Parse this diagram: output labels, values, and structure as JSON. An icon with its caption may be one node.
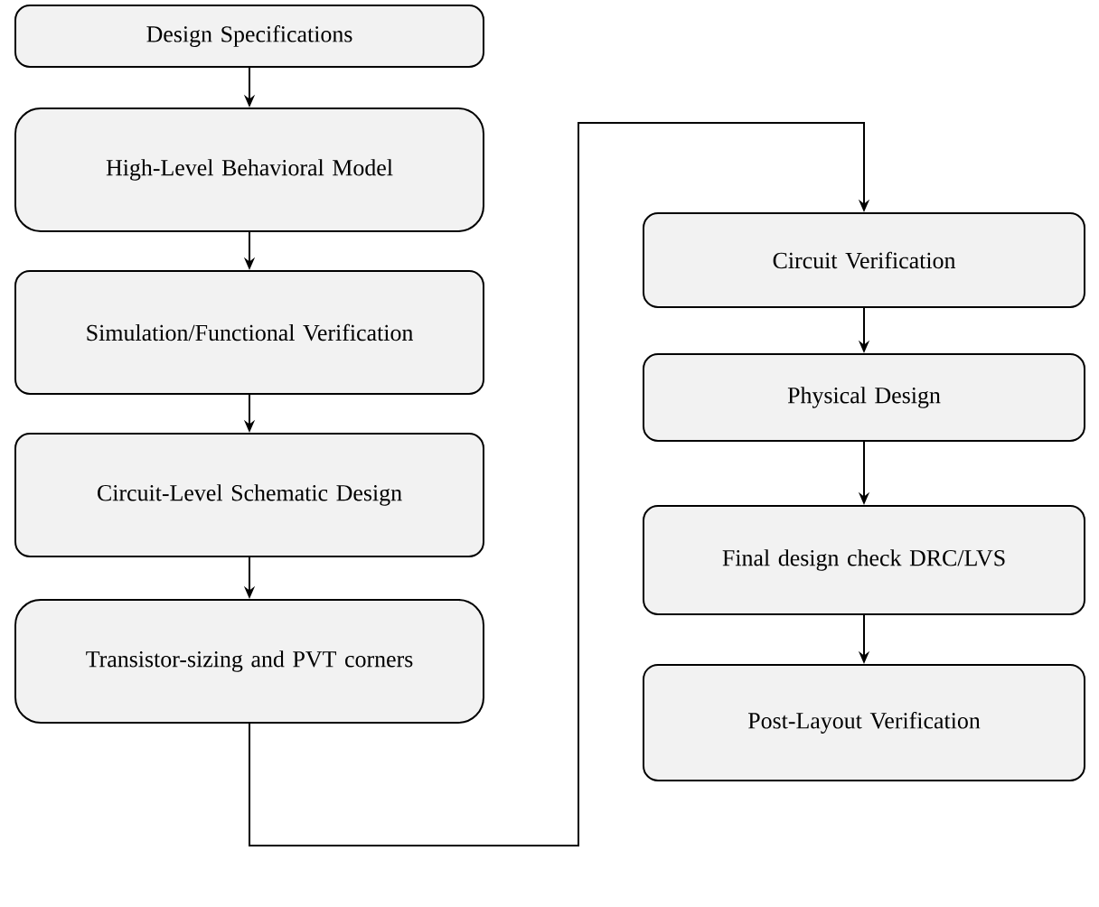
{
  "diagram": {
    "nodes": [
      {
        "text": [
          "Design Specifications"
        ]
      },
      {
        "text": [
          "High-Level Behavioral Model"
        ]
      },
      {
        "text": [
          "Simulation/Functional Verification"
        ]
      },
      {
        "text": [
          "Circuit-Level Schematic Design"
        ]
      },
      {
        "text": [
          "Transistor-sizing and PVT corners"
        ]
      },
      {
        "text": [
          "Circuit Verification"
        ]
      },
      {
        "text": [
          "Physical Design"
        ]
      },
      {
        "text": [
          "Final design check DRC/LVS"
        ]
      },
      {
        "text": [
          "Post-Layout Verification"
        ]
      }
    ],
    "edges": [
      {
        "from": 0,
        "to": 1,
        "arrow": "to"
      },
      {
        "from": 1,
        "to": 2,
        "arrow": "to"
      },
      {
        "from": 2,
        "to": 3,
        "arrow": "to"
      },
      {
        "from": 3,
        "to": 4,
        "arrow": "to"
      },
      {
        "from": 4,
        "to": 5,
        "arrow": "to"
      },
      {
        "from": 5,
        "to": 6,
        "arrow": "to"
      },
      {
        "from": 6,
        "to": 7,
        "arrow": "to"
      },
      {
        "from": 7,
        "to": 8,
        "arrow": "to"
      }
    ]
  }
}
